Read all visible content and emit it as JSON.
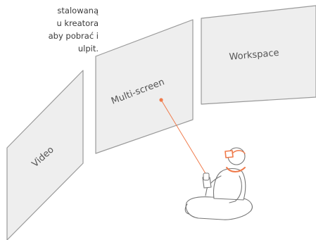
{
  "intro": {
    "lines": [
      "stalowaną",
      "u kreatora",
      "aby pobrać i",
      "ulpit."
    ]
  },
  "panels": {
    "video": "Video",
    "multi_screen": "Multi-screen",
    "workspace": "Workspace"
  },
  "colors": {
    "panel_fill": "#eeeeee",
    "panel_stroke": "#9a9a9a",
    "laser": "#f07a4a",
    "figure_stroke": "#777777",
    "headset": "#f07a4a"
  },
  "icons": {
    "figure": "person-with-vr-headset-icon",
    "pointer": "laser-pointer-icon"
  }
}
